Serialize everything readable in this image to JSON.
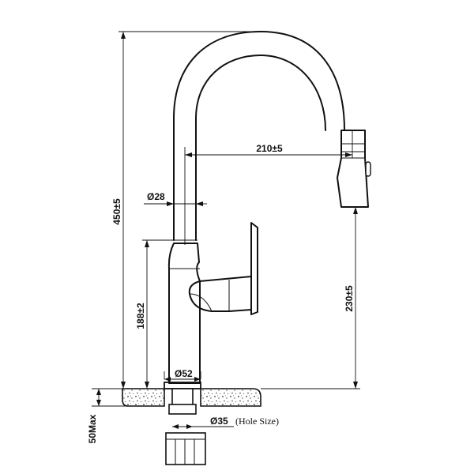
{
  "dimensions": {
    "total_height": "450±5",
    "reach": "210±5",
    "spout_diameter": "Ø28",
    "body_height": "188±2",
    "spout_outlet_height": "230±5",
    "base_diameter": "Ø52",
    "hole_size": "Ø35",
    "hole_size_note": "(Hole Size)",
    "max_deck_thickness": "50Max"
  }
}
